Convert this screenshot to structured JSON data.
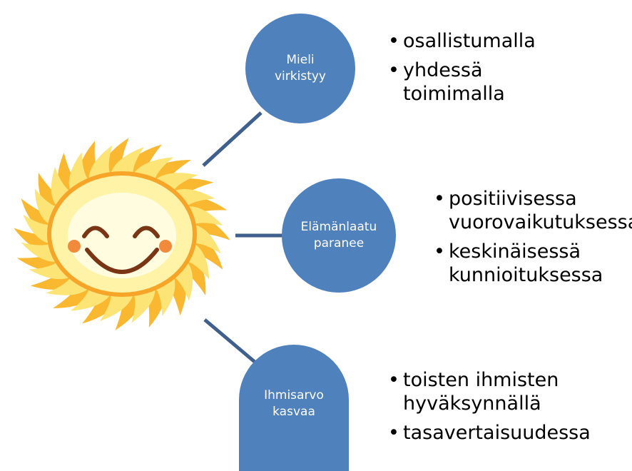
{
  "colors": {
    "node_fill": "#4f81bd",
    "connector": "#3f5f8c",
    "sun_ray_light": "#fde476",
    "sun_ray_dark": "#f9b830",
    "sun_face_rim": "#f6a529",
    "sun_face": "#fff3a8",
    "smile": "#7a3514",
    "cheek": "#f28a3c"
  },
  "sun": {
    "icon": "smiling-sun-icon"
  },
  "nodes": [
    {
      "lines": [
        "Mieli",
        "virkistyy"
      ],
      "bullets": [
        [
          "osallistumalla"
        ],
        [
          "yhdessä",
          "toimimalla"
        ]
      ]
    },
    {
      "lines": [
        "Elämänlaatu",
        "paranee"
      ],
      "bullets": [
        [
          "positiivisessa",
          "vuorovaikutuksessa"
        ],
        [
          "keskinäisessä",
          "kunnioituksessa"
        ]
      ]
    },
    {
      "lines": [
        "Ihmisarvo",
        "kasvaa"
      ],
      "bullets": [
        [
          "toisten ihmisten",
          "hyväksynnällä"
        ],
        [
          "tasavertaisuudessa"
        ]
      ]
    }
  ]
}
